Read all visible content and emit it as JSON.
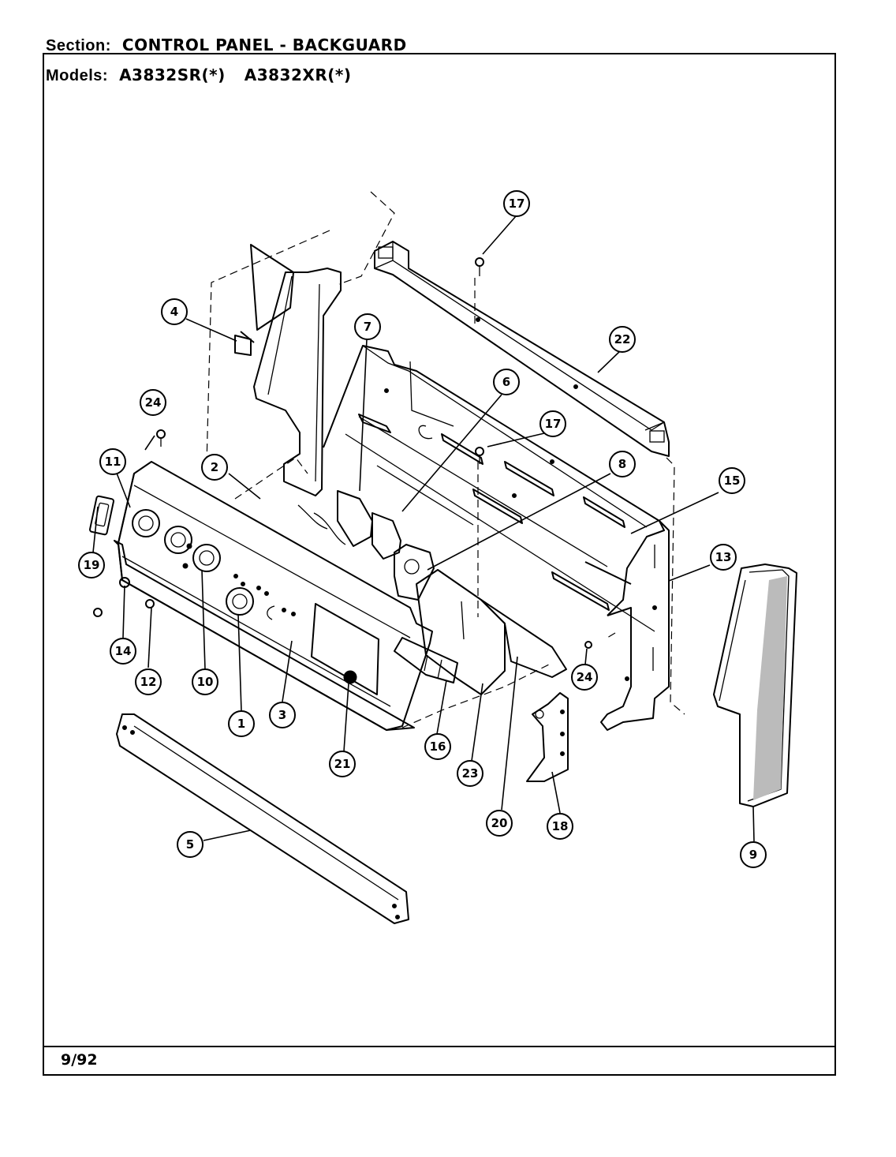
{
  "header": {
    "section_label": "Section:",
    "section_value": "CONTROL PANEL - BACKGUARD",
    "models_label": "Models:",
    "model_1": "A3832SR(*)",
    "model_2": "A3832XR(*)"
  },
  "footer": {
    "date": "9/92"
  },
  "callouts": {
    "c1": "1",
    "c2": "2",
    "c3": "3",
    "c4": "4",
    "c5": "5",
    "c6": "6",
    "c7": "7",
    "c8": "8",
    "c9": "9",
    "c10": "10",
    "c11": "11",
    "c12": "12",
    "c13": "13",
    "c14": "14",
    "c15": "15",
    "c16": "16",
    "c17a": "17",
    "c17b": "17",
    "c18": "18",
    "c19": "19",
    "c20": "20",
    "c21": "21",
    "c22": "22",
    "c23": "23",
    "c24a": "24",
    "c24b": "24"
  }
}
